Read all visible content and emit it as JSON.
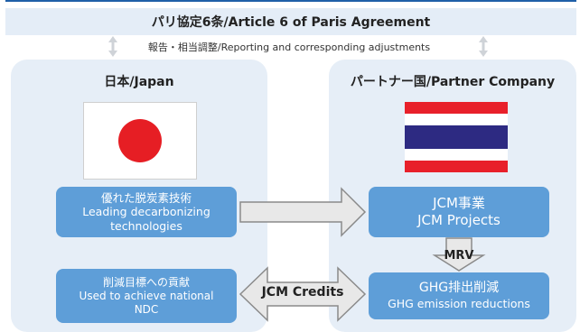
{
  "header": {
    "banner_title": "パリ協定6条/Article 6 of Paris Agreement",
    "reporting_label": "報告・相当調整/Reporting and corresponding adjustments"
  },
  "japan": {
    "title": "日本/Japan",
    "tech_box": {
      "line1": "優れた脱炭素技術",
      "line2": "Leading decarbonizing",
      "line3": "technologies"
    },
    "ndc_box": {
      "line1": "削減目標への貢献",
      "line2": "Used to achieve national",
      "line3": "NDC"
    }
  },
  "partner": {
    "title": "パートナー国/Partner Company",
    "projects_box": {
      "line1": "JCM事業",
      "line2": "JCM Projects"
    },
    "reductions_box": {
      "line1": "GHG排出削減",
      "line2": "GHG emission reductions"
    }
  },
  "arrows": {
    "mrv_label": "MRV",
    "credits_label": "JCM Credits"
  },
  "colors": {
    "accent_line": "#1f5fa8",
    "banner_bg": "#e4edf7",
    "panel_bg": "#e6eef7",
    "box_fill": "#5e9ed8",
    "arrow_fill": "#e8e8e8",
    "arrow_stroke": "#8a8a8a",
    "japan_red": "#e61e24",
    "thai_red": "#e8202a",
    "thai_blue": "#2d2a82"
  },
  "flags": {
    "japan": "japan-flag",
    "partner": "thailand-flag"
  }
}
